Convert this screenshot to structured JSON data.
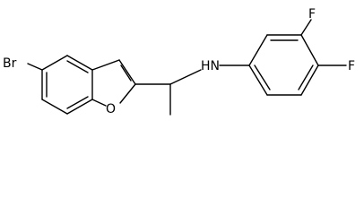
{
  "molecule": {
    "atoms": {
      "bromine": "Br",
      "oxygen": "O",
      "amine": "HN",
      "fluorine_top": "F",
      "fluorine_bottom": "F"
    }
  }
}
